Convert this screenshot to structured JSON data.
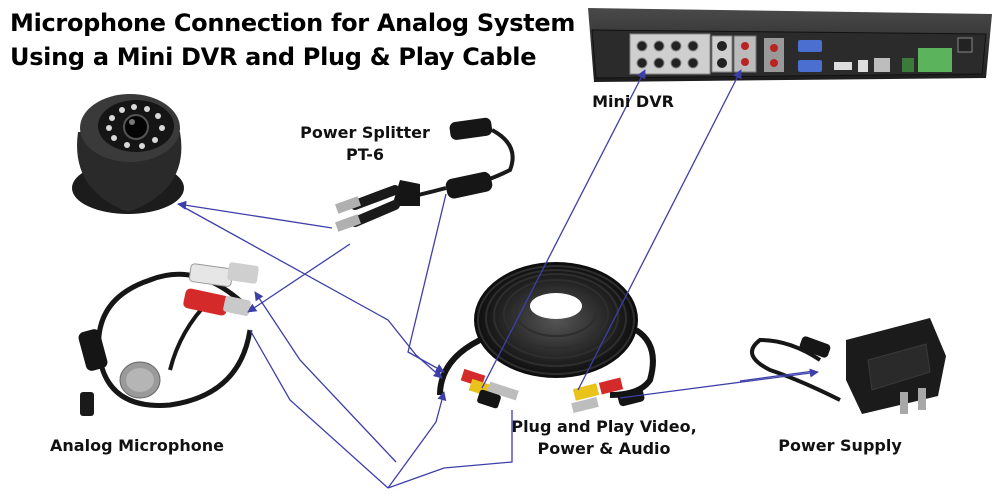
{
  "title": {
    "line1": "Microphone Connection for Analog System",
    "line2": "Using a Mini DVR and Plug & Play Cable"
  },
  "labels": {
    "mini_dvr": "Mini DVR",
    "splitter_line1": "Power Splitter",
    "splitter_line2": "PT-6",
    "microphone": "Analog Microphone",
    "cable_line1": "Plug and Play Video,",
    "cable_line2": "Power & Audio",
    "power_supply": "Power Supply"
  },
  "colors": {
    "connector_line": "#3d3fa8",
    "cable": "#141414",
    "rca_red": "#d42a2a",
    "rca_yellow": "#e9c21a",
    "device_gray": "#3a3a3a"
  }
}
